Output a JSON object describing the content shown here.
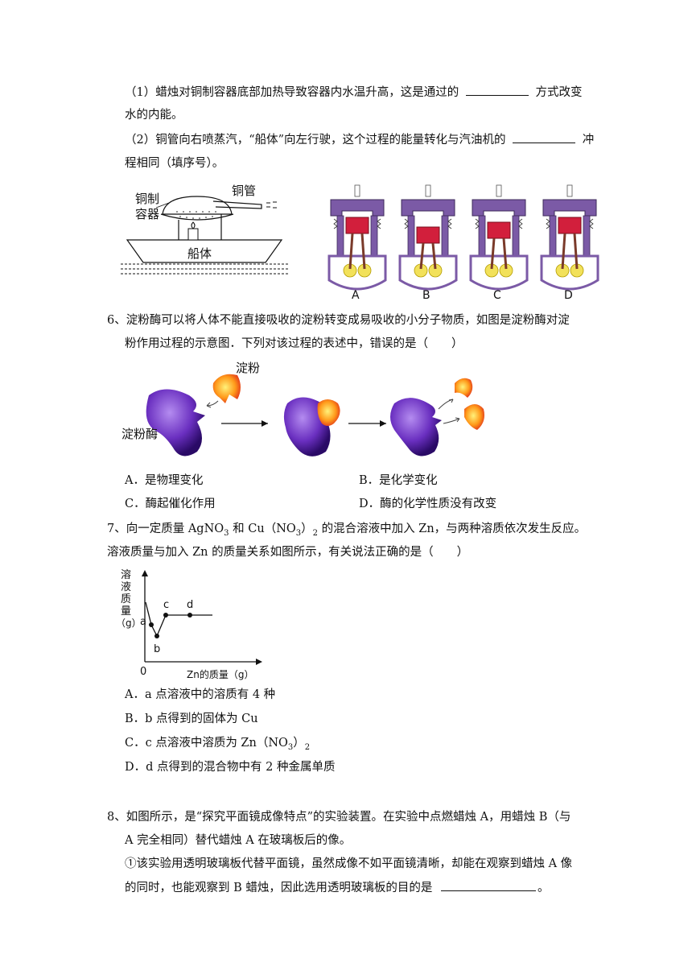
{
  "q5": {
    "p1_a": "（1）蜡烛对铜制容器底部加热导致容器内水温升高，这是通过的",
    "p1_b": "方式改变",
    "p1_c": "水的内能。",
    "p2_a": "（2）铜管向右喷蒸汽，“船体”向左行驶，这个过程的能量转化与汽油机的",
    "p2_b": "冲",
    "p2_c": "程相同（填序号）。",
    "boat_labels": {
      "container1": "铜制",
      "container2": "容器",
      "pipe": "铜管",
      "hull": "船体"
    },
    "engine_labels": [
      "A",
      "B",
      "C",
      "D"
    ]
  },
  "q6": {
    "line1": "6、淀粉酶可以将人体不能直接吸收的淀粉转变成易吸收的小分子物质，如图是淀粉酶对淀",
    "line2": "粉作用过程的示意图．下列对该过程的表述中，错误的是（　　）",
    "fig_starch": "淀粉",
    "fig_enzyme": "淀粉酶",
    "options": {
      "A": "A．是物理变化",
      "B": "B．是化学变化",
      "C": "C．酶起催化作用",
      "D": "D．酶的化学性质没有改变"
    }
  },
  "q7": {
    "line1_a": "7、向一定质量 AgNO",
    "line1_sub1": "3",
    "line1_b": " 和 Cu（NO",
    "line1_sub2": "3",
    "line1_c": "）",
    "line1_sub3": "2",
    "line1_d": " 的混合溶液中加入 Zn，与两种溶质依次发生反应。",
    "line2": "溶液质量与加入 Zn 的质量关系如图所示，有关说法正确的是（　　）",
    "graph": {
      "ylabel_chars": [
        "溶",
        "液",
        "质",
        "量"
      ],
      "yunit": "（g）",
      "xlabel": "Zn的质量（g）",
      "origin": "0",
      "points": [
        "a",
        "b",
        "c",
        "d"
      ]
    },
    "optA": "A．a 点溶液中的溶质有 4 种",
    "optB": "B．b 点得到的固体为 Cu",
    "optC_a": "C．c 点溶液中溶质为 Zn（NO",
    "optC_sub1": "3",
    "optC_b": "）",
    "optC_sub2": "2",
    "optD": "D．d 点得到的混合物中有 2 种金属单质"
  },
  "q8": {
    "line1": "8、如图所示，是“探究平面镜成像特点”的实验装置。在实验中点燃蜡烛 A，用蜡烛 B（与",
    "line2": "A 完全相同）替代蜡烛 A 在玻璃板后的像。",
    "line3": "①该实验用透明玻璃板代替平面镜，虽然成像不如平面镜清晰，却能在观察到蜡烛 A 像",
    "line4_a": "的同时，也能观察到 B 蜡烛，因此选用透明玻璃板的目的是",
    "line4_b": "。"
  }
}
